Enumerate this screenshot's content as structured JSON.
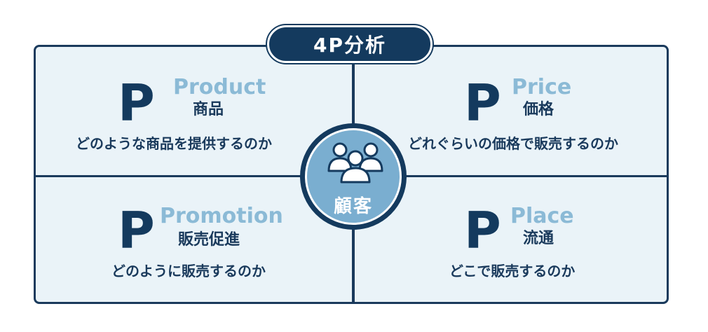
{
  "title": "4P分析",
  "center": {
    "label": "顧客",
    "icon": "people-group-icon"
  },
  "quadrants": {
    "product": {
      "letter": "P",
      "en": "Product",
      "jp": "商品",
      "desc": "どのような商品を提供するのか"
    },
    "price": {
      "letter": "P",
      "en": "Price",
      "jp": "価格",
      "desc": "どれぐらいの価格で販売するのか"
    },
    "promotion": {
      "letter": "P",
      "en": "Promotion",
      "jp": "販売促進",
      "desc": "どのように販売するのか"
    },
    "place": {
      "letter": "P",
      "en": "Place",
      "jp": "流通",
      "desc": "どこで販売するのか"
    }
  },
  "colors": {
    "navy": "#143a5e",
    "light_blue_text": "#8bbad6",
    "panel_bg": "#eaf3f8",
    "circle_fill": "#7aaed0"
  }
}
